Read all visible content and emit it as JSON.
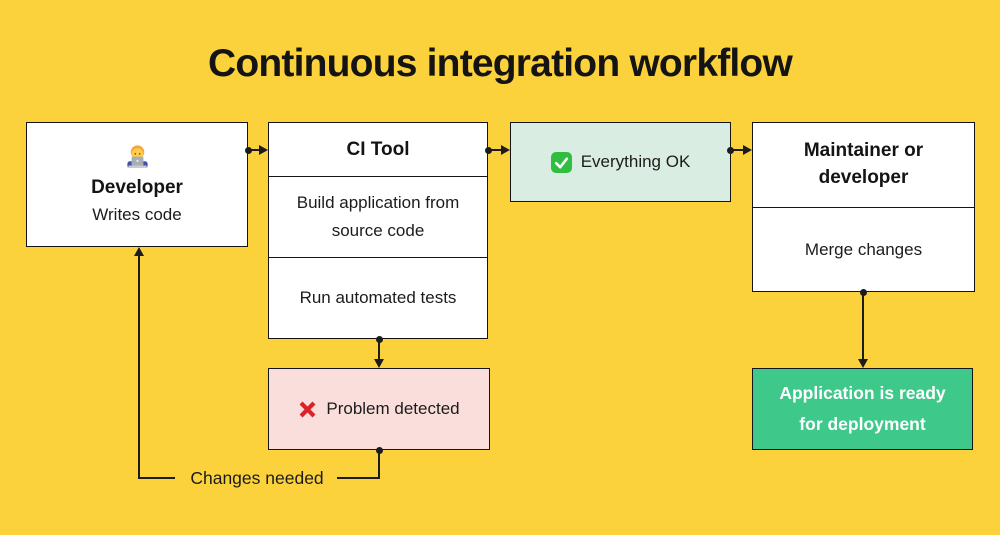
{
  "title": "Continuous integration workflow",
  "colors": {
    "background": "#FBD23C",
    "mint": "#D9EDE3",
    "pink": "#F9DEDB",
    "green": "#3EC98B",
    "line": "#1C1C1C"
  },
  "nodes": {
    "developer": {
      "icon": "technologist-emoji",
      "title": "Developer",
      "subtitle": "Writes code"
    },
    "ci_tool": {
      "title": "CI Tool",
      "steps": [
        "Build application from source code",
        "Run automated tests"
      ]
    },
    "everything_ok": {
      "icon": "check-mark-icon",
      "label": "Everything OK"
    },
    "maintainer": {
      "title": "Maintainer or developer",
      "action": "Merge changes"
    },
    "problem_detected": {
      "icon": "cross-mark-icon",
      "label": "Problem detected"
    },
    "deployment": {
      "label": "Application is ready for deployment"
    }
  },
  "connectors": {
    "changes_needed_label": "Changes needed"
  }
}
